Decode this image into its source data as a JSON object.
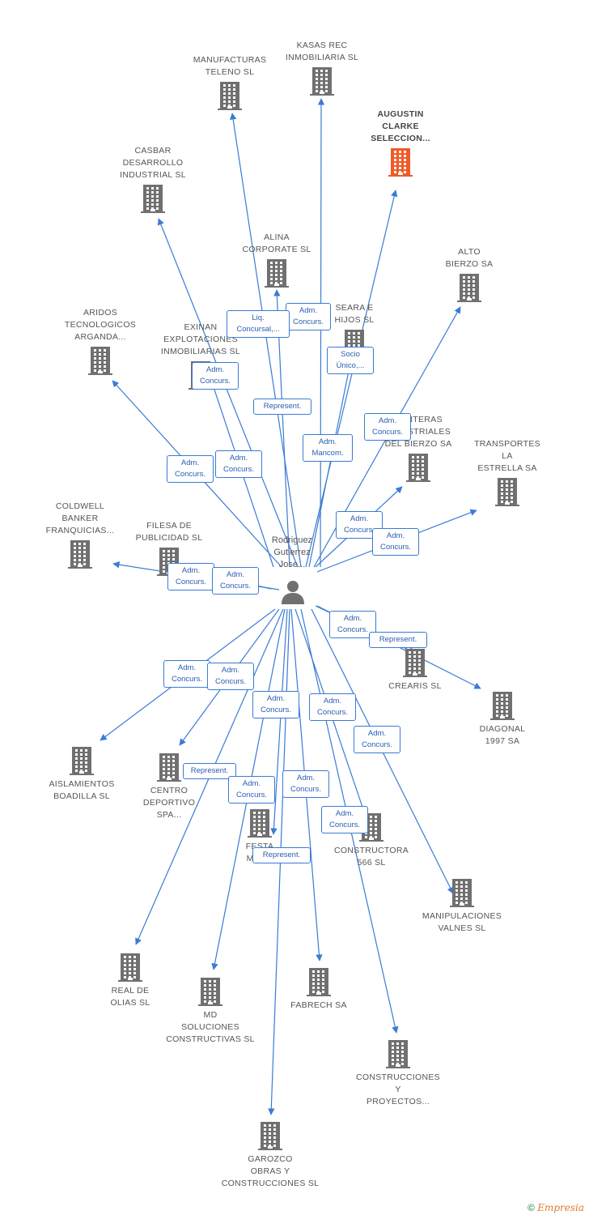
{
  "center": {
    "name": "Rodriguez\nGutierrez\nJose..."
  },
  "colors": {
    "edge": "#3a7bd5",
    "node": "#707070",
    "highlight": "#f05a28"
  },
  "nodes": [
    {
      "id": "n1",
      "label": "KASAS REC\nINMOBILIARIA SL"
    },
    {
      "id": "n2",
      "label": "MANUFACTURAS\nTELENO SL"
    },
    {
      "id": "n3",
      "label": "AUGUSTIN\nCLARKE\nSELECCION...",
      "highlight": true
    },
    {
      "id": "n4",
      "label": "CASBAR\nDESARROLLO\nINDUSTRIAL SL"
    },
    {
      "id": "n5",
      "label": "ALINA\nCORPORATE SL"
    },
    {
      "id": "n6",
      "label": "ALTO\nBIERZO SA"
    },
    {
      "id": "n7",
      "label": "ARIDOS\nTECNOLOGICOS\nARGANDA..."
    },
    {
      "id": "n8",
      "label": "SEARA E\nHIJOS SL"
    },
    {
      "id": "n9",
      "label": "EXINAN\nEXPLOTACIONES\nINMOBILIARIAS SL"
    },
    {
      "id": "n10",
      "label": "CANTERAS\nINDUSTRIALES\nDEL BIERZO SA"
    },
    {
      "id": "n11",
      "label": "TRANSPORTES\nLA\nESTRELLA SA"
    },
    {
      "id": "n12",
      "label": "COLDWELL\nBANKER\nFRANQUICIAS..."
    },
    {
      "id": "n13",
      "label": "FILESA DE\nPUBLICIDAD SL"
    },
    {
      "id": "n14",
      "label": "CREARIS SL"
    },
    {
      "id": "n15",
      "label": "DIAGONAL\n1997 SA"
    },
    {
      "id": "n16",
      "label": "AISLAMIENTOS\nBOADILLA SL"
    },
    {
      "id": "n17",
      "label": "CENTRO\nDEPORTIVO\nSPA..."
    },
    {
      "id": "n18",
      "label": "FESTA\nMODA"
    },
    {
      "id": "n19",
      "label": "CONSTRUCTORA\n566 SL"
    },
    {
      "id": "n20",
      "label": "MANIPULACIONES\nVALNES SL"
    },
    {
      "id": "n21",
      "label": "REAL DE\nOLIAS SL"
    },
    {
      "id": "n22",
      "label": "MD\nSOLUCIONES\nCONSTRUCTIVAS SL"
    },
    {
      "id": "n23",
      "label": "FABRECH SA"
    },
    {
      "id": "n24",
      "label": "CONSTRUCCIONES\nY\nPROYECTOS..."
    },
    {
      "id": "n25",
      "label": "GAROZCO\nOBRAS Y\nCONSTRUCCIONES SL"
    }
  ],
  "edge_labels": [
    "Adm.\nConcurs.",
    "Liq.\nConcursal,...",
    "Socio\nÚnico,...",
    "Adm.\nConcurs.",
    "Represent.",
    "Adm.\nConcurs.",
    "Adm.\nMancom.",
    "Adm.\nConcurs.",
    "Adm.\nConcurs.",
    "Adm.\nConcurs.",
    "Adm.\nConcurs.",
    "Adm.\nConcurs.",
    "Adm.\nConcurs.",
    "Adm.\nConcurs.",
    "Represent.",
    "Adm.\nConcurs.",
    "Adm.\nConcurs.",
    "Adm.\nConcurs.",
    "Adm.\nConcurs.",
    "Adm.\nConcurs.",
    "Represent.",
    "Adm.\nConcurs.",
    "Adm.\nConcurs.",
    "Adm.\nConcurs.",
    "Represent."
  ],
  "footer": {
    "copyright": "©",
    "brand": "Empresia"
  }
}
